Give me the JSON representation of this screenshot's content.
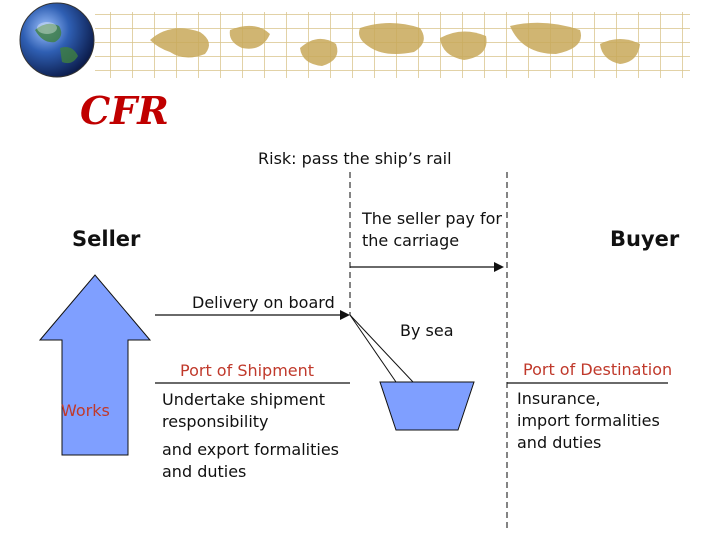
{
  "slide": {
    "title": "CFR",
    "risk_text": "Risk: pass the ship’s rail",
    "seller_label": "Seller",
    "buyer_label": "Buyer",
    "carriage_text": [
      "The seller pay for",
      "the carriage"
    ],
    "delivery_text": "Delivery on board",
    "by_sea_text": "By sea",
    "port_shipment": "Port of Shipment",
    "port_destination": "Port of Destination",
    "works_label": "Works",
    "shipment_duties": [
      "Undertake shipment",
      "responsibility",
      "and export formalities",
      "and duties"
    ],
    "destination_duties": [
      "Insurance,",
      "import formalities",
      "and duties"
    ]
  },
  "colors": {
    "title": "#c00000",
    "shape_fill": "#7f9fff",
    "red_text": "#c0392b",
    "banner_grid": "#c8a95a"
  },
  "icons": [
    "globe-icon",
    "world-map-watermark"
  ]
}
